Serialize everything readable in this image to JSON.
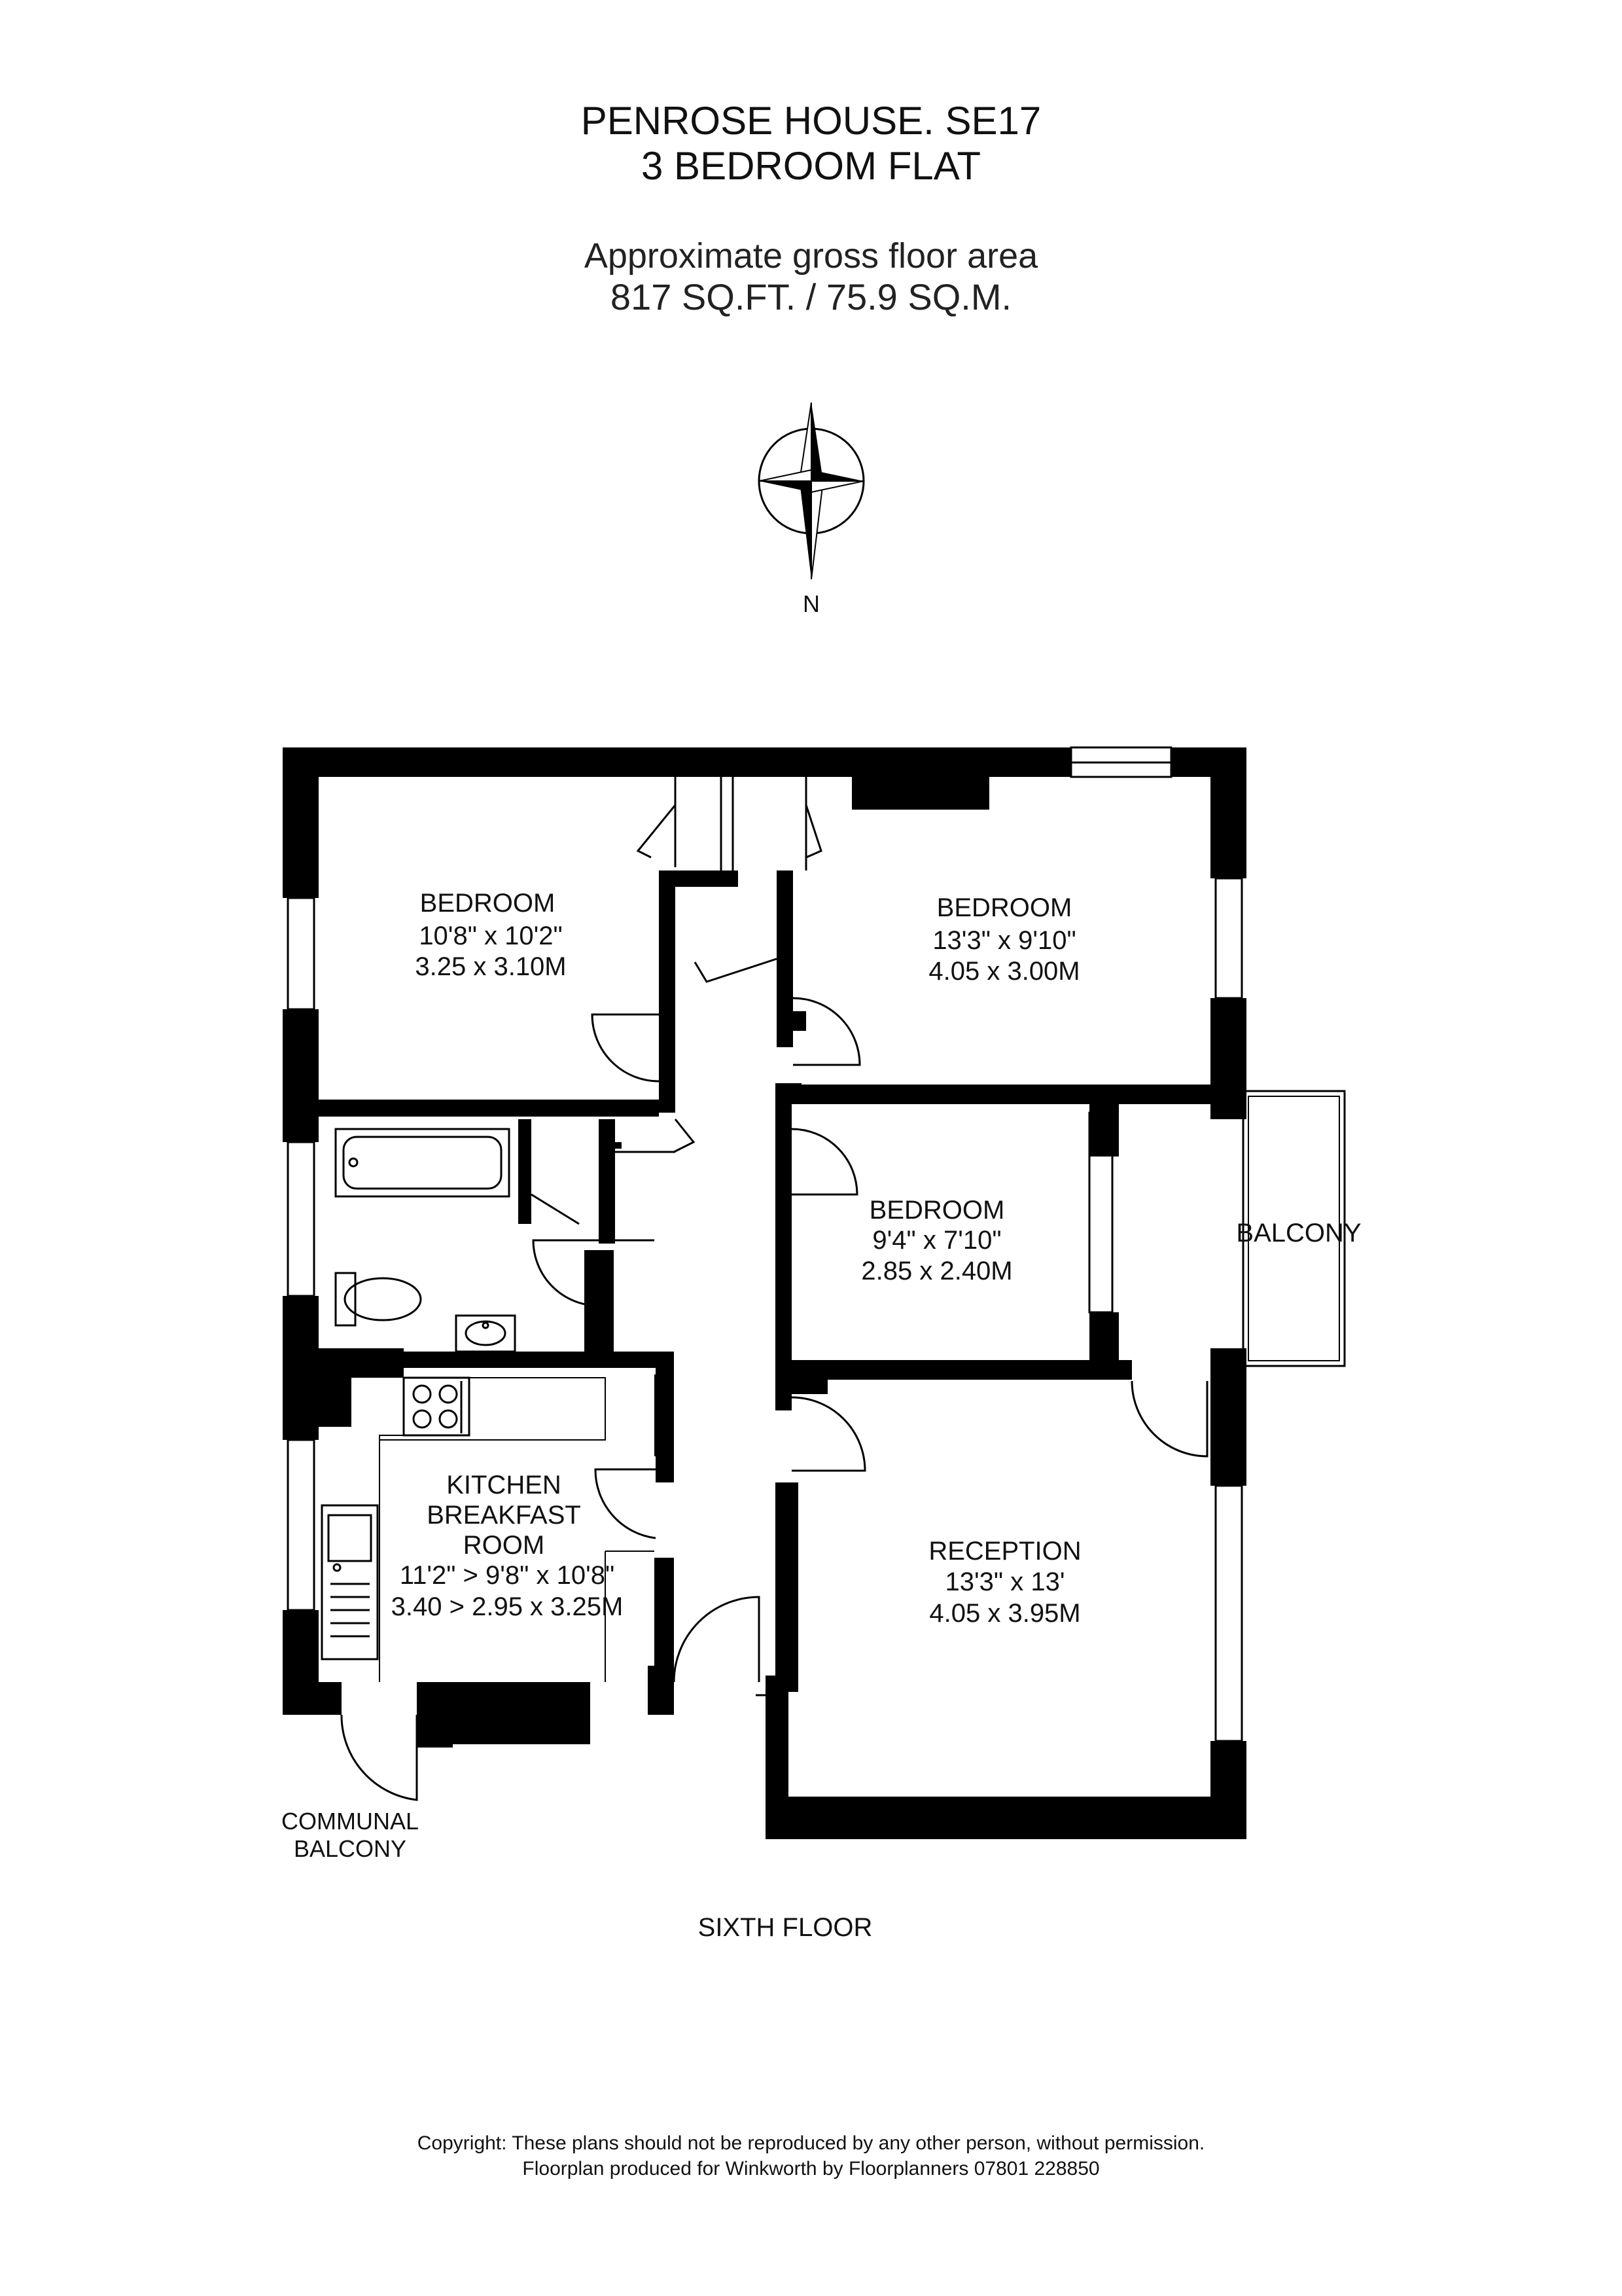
{
  "header": {
    "property": "PENROSE HOUSE. SE17",
    "type": "3 BEDROOM FLAT",
    "area_label": "Approximate gross floor area",
    "area_value": "817 SQ.FT. / 75.9 SQ.M."
  },
  "compass": {
    "label": "N"
  },
  "rooms": {
    "bedroom1": {
      "name": "BEDROOM",
      "imperial": "10'8\" x 10'2\"",
      "metric": "3.25 x 3.10M"
    },
    "bedroom2": {
      "name": "BEDROOM",
      "imperial": "13'3\" x 9'10\"",
      "metric": "4.05 x 3.00M"
    },
    "bedroom3": {
      "name": "BEDROOM",
      "imperial": "9'4\" x 7'10\"",
      "metric": "2.85 x 2.40M"
    },
    "balcony": {
      "name": "BALCONY"
    },
    "kitchen": {
      "name1": "KITCHEN",
      "name2": "BREAKFAST",
      "name3": "ROOM",
      "imperial": "11'2\" > 9'8\" x 10'8\"",
      "metric": "3.40 > 2.95 x 3.25M"
    },
    "reception": {
      "name": "RECEPTION",
      "imperial": "13'3\" x 13'",
      "metric": "4.05 x 3.95M"
    },
    "communal_balcony": {
      "line1": "COMMUNAL",
      "line2": "BALCONY"
    }
  },
  "floor_label": "SIXTH FLOOR",
  "footer": {
    "line1": "Copyright: These plans should not be reproduced by any other person, without permission.",
    "line2": "Floorplan produced for Winkworth by Floorplanners 07801 228850"
  }
}
